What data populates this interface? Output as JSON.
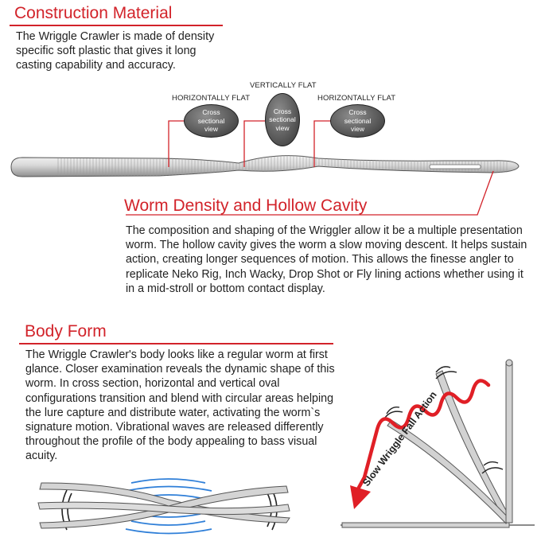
{
  "colors": {
    "accent": "#d2232a",
    "text": "#222222",
    "worm": "#d6d6d6"
  },
  "construction": {
    "title": "Construction Material",
    "body": "The Wriggle Crawler is made of density specific soft plastic that gives it long casting capability and accuracy."
  },
  "cross_sections": [
    {
      "label": "HORIZONTALLY FLAT",
      "bubble": "Cross sectional view"
    },
    {
      "label": "VERTICALLY FLAT",
      "bubble": "Cross sectional view"
    },
    {
      "label": "HORIZONTALLY FLAT",
      "bubble": "Cross sectional view"
    }
  ],
  "density": {
    "title": "Worm Density and Hollow Cavity",
    "body": "The composition and shaping of the Wriggler allow it be a multiple presentation worm. The hollow cavity gives the worm a slow moving descent. It helps sustain action, creating longer sequences of motion. This allows the finesse angler to replicate Neko Rig, Inch Wacky, Drop Shot or Fly lining actions whether using it in a mid-stroll or bottom contact display."
  },
  "body_form": {
    "title": "Body Form",
    "body": "The Wriggle Crawler's body looks like a regular worm at first glance. Closer examination reveals the dynamic shape of this worm. In cross section, horizontal and vertical oval configurations transition and blend with circular areas helping the lure capture and distribute water, activating the worm`s signature motion. Vibrational waves are released differently throughout the profile of the body appealing to bass visual acuity."
  },
  "fall_action": {
    "label": "Slow Wriggle Fall Action"
  }
}
